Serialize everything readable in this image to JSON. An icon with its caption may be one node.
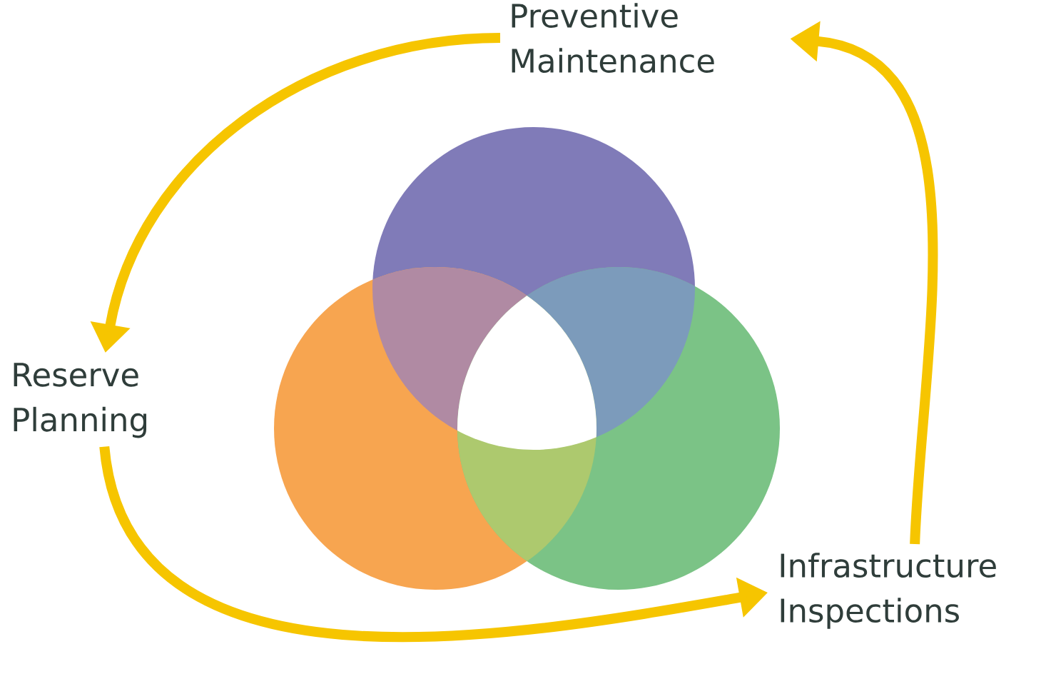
{
  "diagram": {
    "nodes": [
      {
        "text": [
          "Preventive Maintenance"
        ]
      },
      {
        "text": [
          "Reserve Planning"
        ]
      },
      {
        "text": [
          "Infrastructure Inspections"
        ]
      }
    ],
    "edges": [
      {
        "from": 0,
        "to": 1,
        "arrow": "to"
      },
      {
        "from": 1,
        "to": 2,
        "arrow": "to"
      },
      {
        "from": 2,
        "to": 0,
        "arrow": "to"
      }
    ]
  }
}
